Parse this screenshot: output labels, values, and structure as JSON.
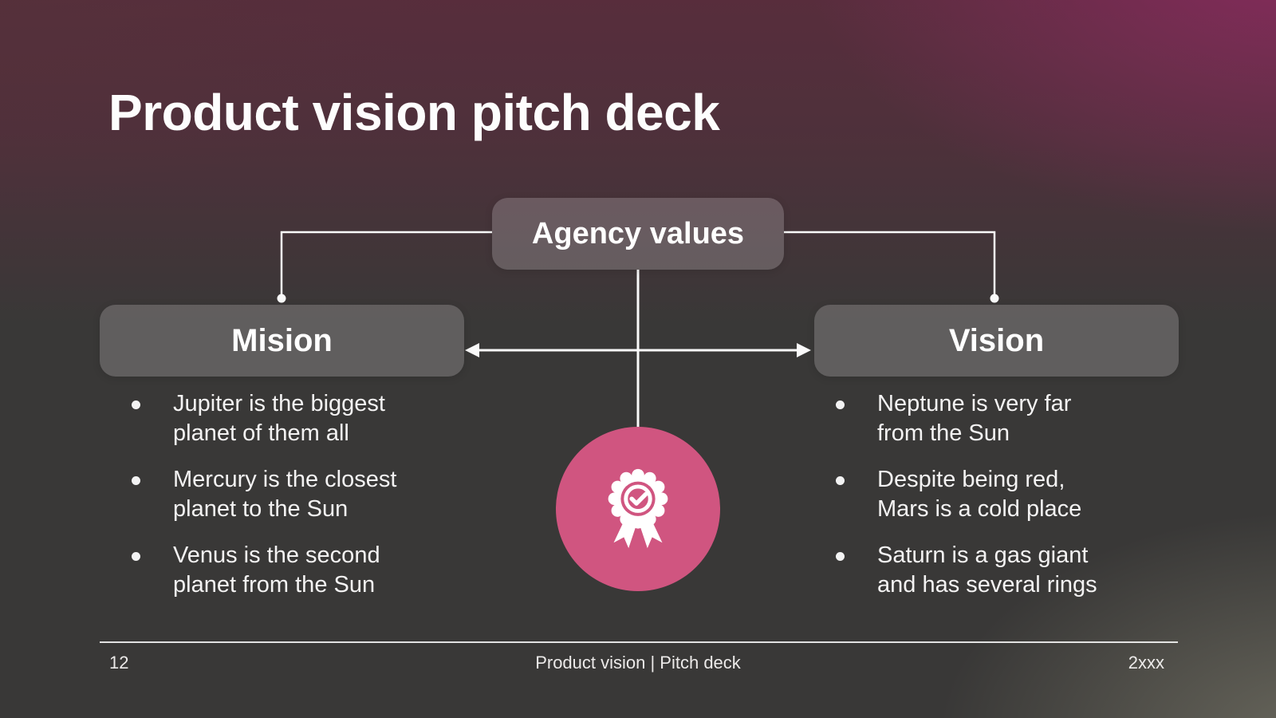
{
  "slide": {
    "title": "Product vision pitch deck",
    "page_number": "12",
    "footer_center": "Product vision | Pitch deck",
    "footer_right": "2xxx"
  },
  "diagram": {
    "root": {
      "label": "Agency values"
    },
    "left": {
      "label": "Mision",
      "bullets": [
        "Jupiter is the biggest\nplanet of them all",
        "Mercury is the closest\nplanet to the Sun",
        "Venus is the second\nplanet from the Sun"
      ]
    },
    "right": {
      "label": "Vision",
      "bullets": [
        "Neptune is very far\nfrom the Sun",
        "Despite being red,\nMars is a cold place",
        "Saturn is a gas giant\nand has several rings"
      ]
    },
    "center_icon": "award-badge-icon"
  },
  "colors": {
    "accent_pink": "#d05580",
    "node_fill": "rgba(236,233,235,0.22)",
    "background_dark": "#393837",
    "maroon_top": "#5b2c3d",
    "magenta_top_right": "#722d50",
    "olive_bottom_right": "#6b6a60",
    "connector_white": "#fafafa",
    "text_white": "#ffffff"
  }
}
